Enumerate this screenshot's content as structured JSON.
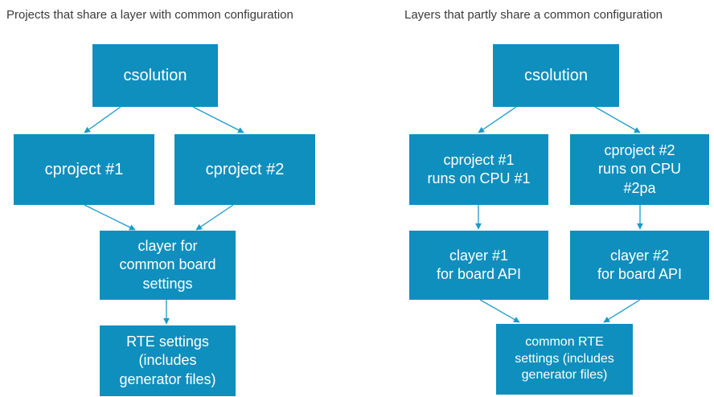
{
  "left_panel": {
    "caption": "Projects that share a layer with common configuration",
    "csolution": "csolution",
    "cproject_1": "cproject #1",
    "cproject_2": "cproject #2",
    "clayer": "clayer for\ncommon board\nsettings",
    "rte": "RTE settings\n(includes\ngenerator files)"
  },
  "right_panel": {
    "caption": "Layers that partly share a common configuration",
    "csolution": "csolution",
    "cproject_1": "cproject #1\nruns on CPU #1",
    "cproject_2": "cproject #2\nruns on CPU\n#2pa",
    "clayer_1": "clayer #1\nfor board API",
    "clayer_2": "clayer #2\nfor board API",
    "common_rte": "common RTE\nsettings (includes\ngenerator files)"
  },
  "colors": {
    "box_fill": "#0f8fbd",
    "arrow": "#1a9bc7",
    "caption_text": "#3a3a3a"
  }
}
